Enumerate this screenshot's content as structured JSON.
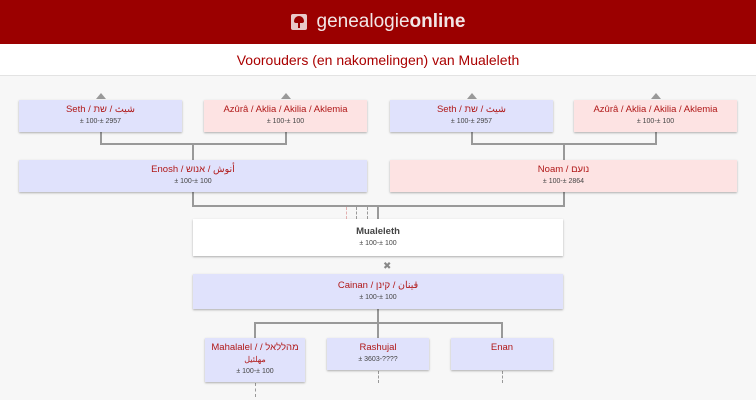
{
  "header": {
    "brand_regular": "genealogie",
    "brand_bold": "online"
  },
  "title": "Voorouders (en nakomelingen) van Mualeleth",
  "grandparents": [
    {
      "name": "Seth / شيث / שת",
      "dates": "± 100-± 2957"
    },
    {
      "name": "Azûrâ / Aklia / Akilia / Aklemia",
      "dates": "± 100-± 100"
    },
    {
      "name": "Seth / شيث / שת",
      "dates": "± 100-± 2957"
    },
    {
      "name": "Azûrâ / Aklia / Akilia / Aklemia",
      "dates": "± 100-± 100"
    }
  ],
  "parents": [
    {
      "name": "Enosh / أنوش / אנוש",
      "dates": "± 100-± 100"
    },
    {
      "name": "Noam / נועם",
      "dates": "± 100-± 2864"
    }
  ],
  "subject": {
    "name": "Mualeleth",
    "dates": "± 100-± 100"
  },
  "marriage_symbol": "✖",
  "spouse": {
    "name": "Cainan / قينان / קינן",
    "dates": "± 100-± 100"
  },
  "children": [
    {
      "name": "Mahalalel / / מהללאל",
      "name2": "مهلئيل",
      "dates": "± 100-± 100"
    },
    {
      "name": "Rashujal",
      "dates": "± 3603-????"
    },
    {
      "name": "Enan"
    }
  ]
}
